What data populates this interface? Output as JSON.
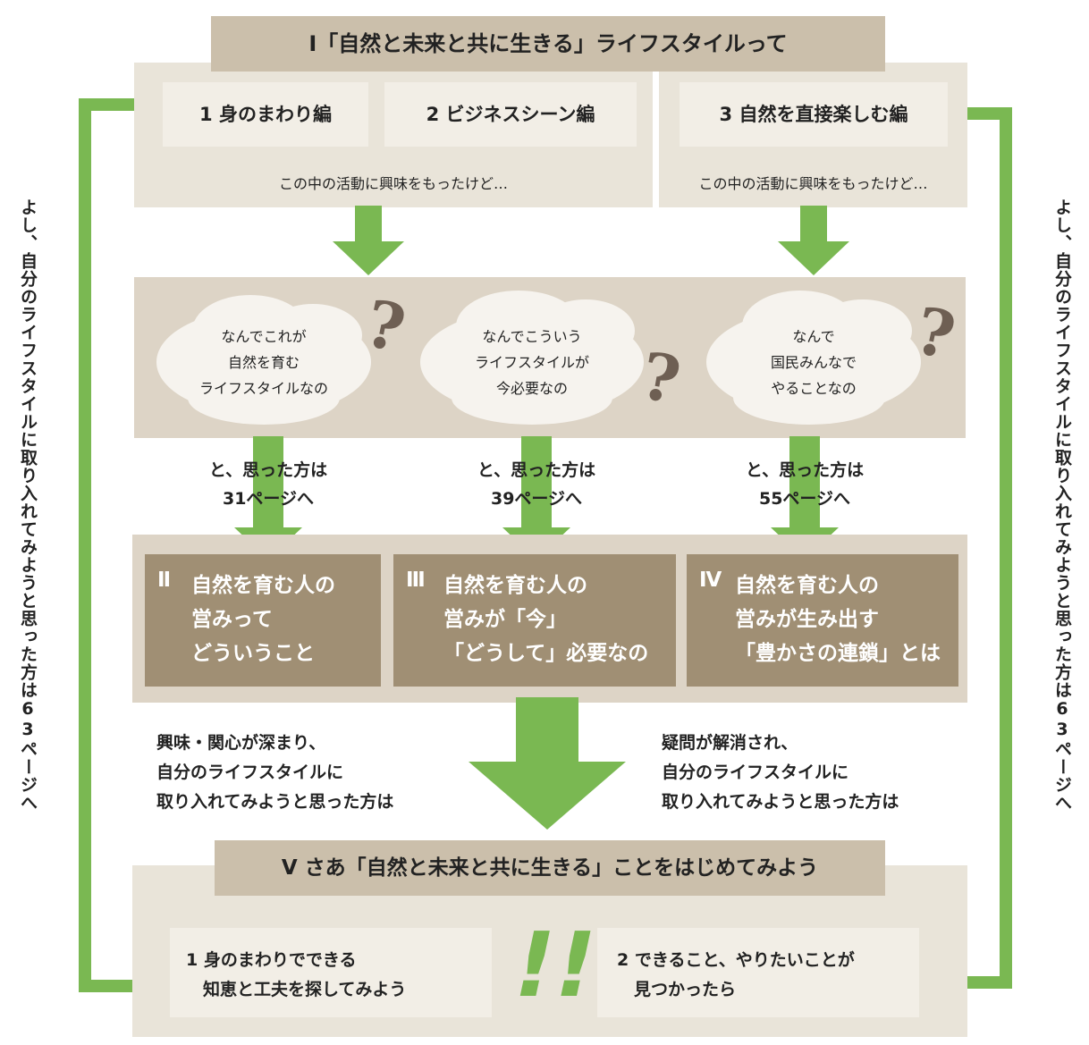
{
  "section1": {
    "title": "Ⅰ「自然と未来と共に生きる」ライフスタイルって",
    "items": [
      "1 身のまわり編",
      "2 ビジネスシーン編",
      "3 自然を直接楽しむ編"
    ],
    "caption_left": "この中の活動に興味をもったけど…",
    "caption_right": "この中の活動に興味をもったけど…"
  },
  "side_text": {
    "left": "よし、自分のライフスタイルに取り入れてみようと思った方は63ページへ",
    "right": "よし、自分のライフスタイルに取り入れてみようと思った方は63ページへ"
  },
  "questions": [
    {
      "text": "なんでこれが\n自然を育む\nライフスタイルなの",
      "mark": "?"
    },
    {
      "text": "なんでこういう\nライフスタイルが\n今必要なの",
      "mark": "?"
    },
    {
      "text": "なんで\n国民みんなで\nやることなの",
      "mark": "?"
    }
  ],
  "page_refs": [
    {
      "line1": "と、思った方は",
      "line2": "31ページへ"
    },
    {
      "line1": "と、思った方は",
      "line2": "39ページへ"
    },
    {
      "line1": "と、思った方は",
      "line2": "55ページへ"
    }
  ],
  "chapters": [
    {
      "num": "Ⅱ",
      "text": "自然を育む人の\n営みって\nどういうこと"
    },
    {
      "num": "Ⅲ",
      "text": "自然を育む人の\n営みが「今」\n「どうして」必要なの"
    },
    {
      "num": "Ⅳ",
      "text": "自然を育む人の\n営みが生み出す\n「豊かさの連鎖」とは"
    }
  ],
  "mid_text": {
    "left": "興味・関心が深まり、\n自分のライフスタイルに\n取り入れてみようと思った方は",
    "right": "疑問が解消され、\n自分のライフスタイルに\n取り入れてみようと思った方は"
  },
  "section5": {
    "title": "Ⅴ さあ「自然と未来と共に生きる」ことをはじめてみよう",
    "item1": "1 身のまわりでできる\n　知恵と工夫を探してみよう",
    "item2": "2 できること、やりたいことが\n　見つかったら",
    "mark": "!!"
  },
  "colors": {
    "accent_green": "#7ab852",
    "paper": "#e9e4d9",
    "tape": "#cbbfab",
    "chapter_box": "#a08f74"
  }
}
